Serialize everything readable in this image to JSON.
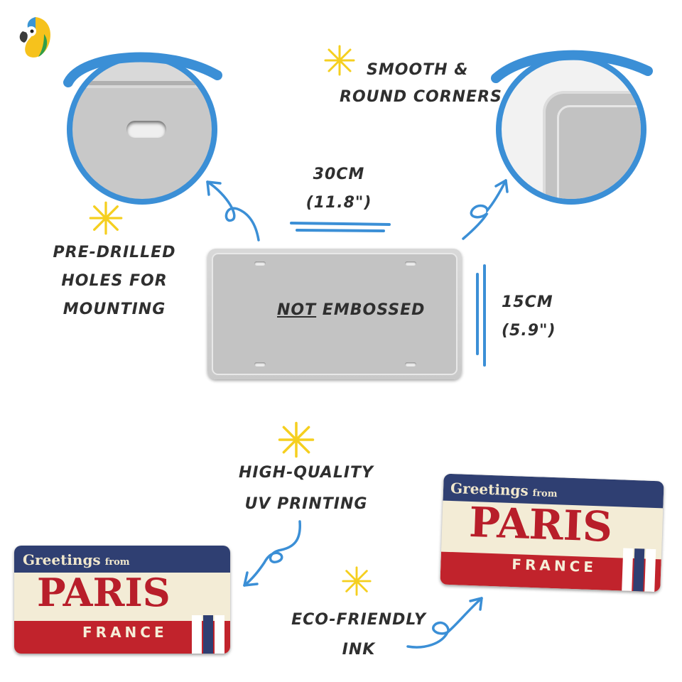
{
  "labels": {
    "dimension_width": "30cm",
    "dimension_width_inch": "(11.8\")",
    "dimension_height": "15cm",
    "dimension_height_inch": "(5.9\")",
    "corners_line1": "Smooth &",
    "corners_line2": "Round Corners",
    "holes_line1": "Pre-drilled",
    "holes_line2": "holes for",
    "holes_line3": "mounting",
    "not_word": "Not",
    "embossed_word": "Embossed",
    "printing_line1": "High-quality",
    "printing_line2": "UV printing",
    "eco_line1": "Eco-friendly",
    "eco_line2": "ink"
  },
  "sample_plate": {
    "greeting": "Greetings",
    "greeting_from": "from",
    "city": "PARIS",
    "country": "FRANCE"
  },
  "icons": {
    "logo": "parrot-icon",
    "star": "sparkle-icon",
    "accent_color": "#3b8fd6",
    "star_color": "#f5cf1f"
  }
}
